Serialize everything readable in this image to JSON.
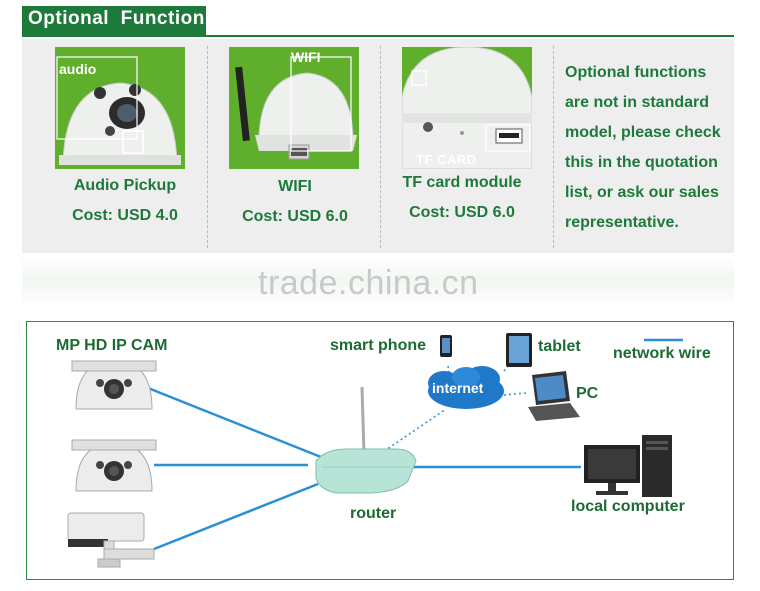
{
  "header": {
    "title": "Optional  Function"
  },
  "features": [
    {
      "photo_label": "audio",
      "name": "Audio Pickup",
      "cost": "Cost: USD 4.0"
    },
    {
      "photo_label": "WIFI",
      "name": "WIFI",
      "cost": "Cost: USD 6.0"
    },
    {
      "photo_label": "TF CARD",
      "name": "TF card module",
      "cost": "Cost: USD 6.0"
    }
  ],
  "note": {
    "lines": [
      "Optional functions",
      "are not in standard",
      "model, please check",
      "this in the quotation",
      "list, or ask our sales",
      "representative."
    ]
  },
  "watermark": "trade.china.cn",
  "network": {
    "camera_label": "MP HD IP CAM",
    "smart_phone": "smart phone",
    "tablet": "tablet",
    "pc": "PC",
    "legend": "network wire",
    "internet": "internet",
    "router": "router",
    "local_computer": "local computer"
  },
  "colors": {
    "brand_green": "#1d7a3a",
    "photo_green": "#5fae2c",
    "wire_blue": "#2a8fd6"
  }
}
